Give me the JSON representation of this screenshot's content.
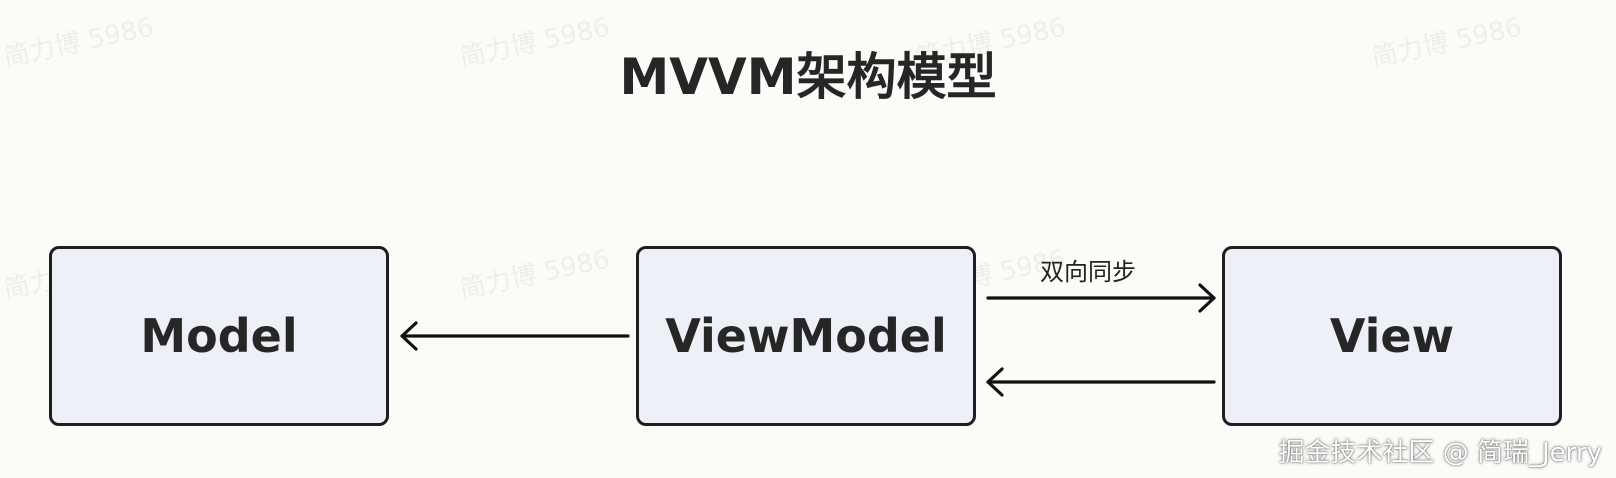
{
  "title": "MVVM架构模型",
  "nodes": {
    "model": "Model",
    "viewmodel": "ViewModel",
    "view": "View"
  },
  "edge_label": "双向同步",
  "watermark_text": "简力博 5986",
  "credit": "掘金技术社区 @ 简瑞_Jerry",
  "colors": {
    "background": "#fbfbf8",
    "box_fill": "#edf0f7",
    "box_border": "#1e1e1e",
    "text": "#262626"
  }
}
